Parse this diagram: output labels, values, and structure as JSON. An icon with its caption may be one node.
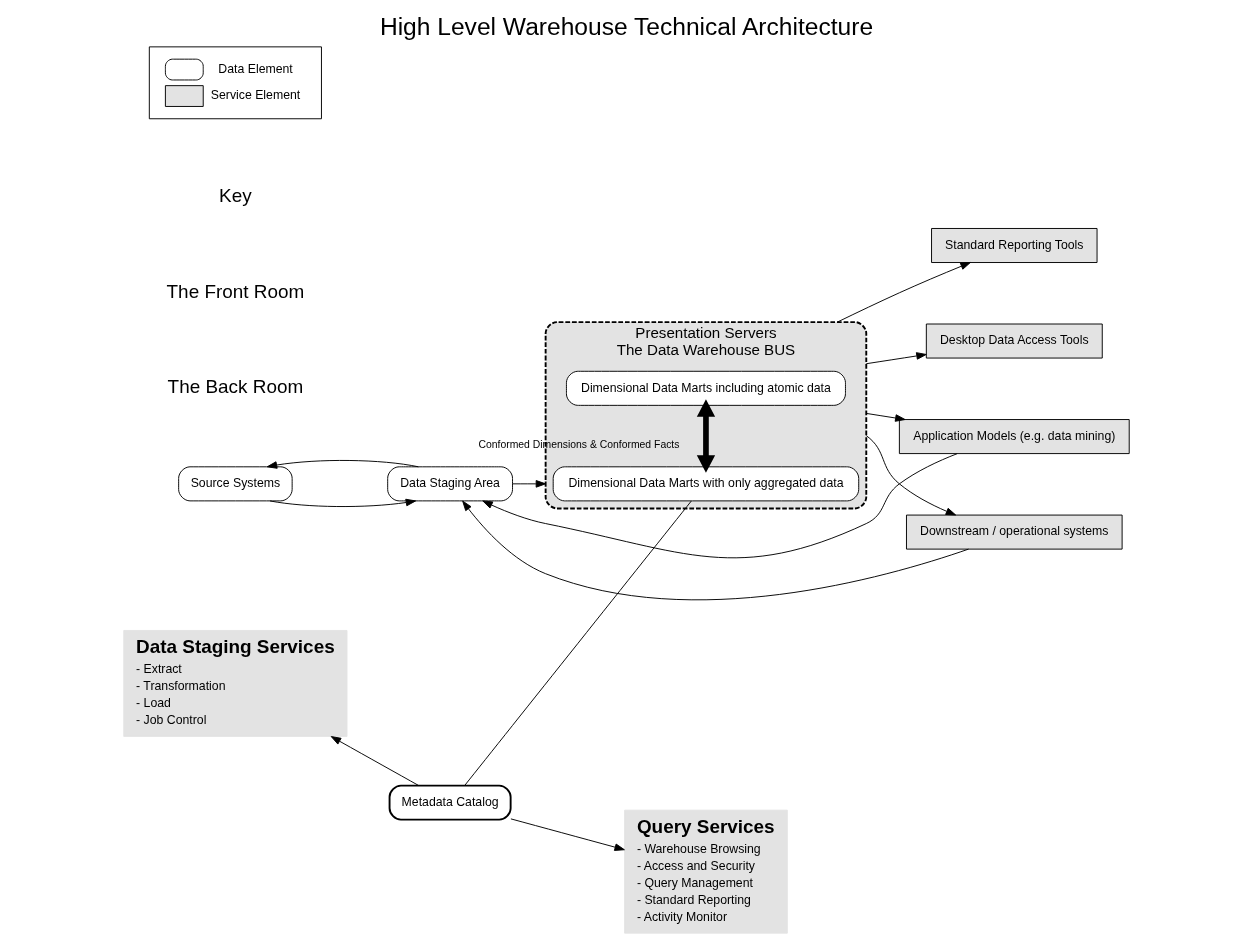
{
  "diagram": {
    "title": "High Level Warehouse Technical Architecture",
    "nodes": [
      {
        "text": [
          "Source Systems"
        ]
      },
      {
        "text": [
          "Data Staging Area"
        ]
      },
      {
        "text": [
          "Data Staging Services",
          "- Extract",
          "- Transformation",
          "- Load",
          "- Job Control"
        ]
      },
      {
        "text": [
          "Metadata Catalog"
        ]
      },
      {
        "text": [
          "Presentation Servers",
          "The Data Warehouse BUS"
        ]
      },
      {
        "text": [
          "Dimensional Data Marts with only aggregated data"
        ],
        "in": 4
      },
      {
        "text": [
          "Dimensional Data Marts including atomic data"
        ],
        "in": 4
      },
      {
        "text": [
          "Query Services",
          "- Warehouse Browsing",
          "- Access and Security",
          "- Query Management",
          "- Standard Reporting",
          "- Activity Monitor"
        ]
      },
      {
        "text": [
          "Standard Reporting Tools"
        ]
      },
      {
        "text": [
          "Desktop Data Access Tools"
        ]
      },
      {
        "text": [
          "Application Models (e.g. data mining)"
        ]
      },
      {
        "text": [
          "Downstream / operational systems"
        ]
      }
    ],
    "edges": [
      {
        "from": 0,
        "to": 1,
        "arrow": "to"
      },
      {
        "from": 1,
        "to": 0,
        "arrow": "to"
      },
      {
        "from": 1,
        "to": 4,
        "arrow": "to"
      },
      {
        "from": 3,
        "to": 2,
        "arrow": "to"
      },
      {
        "from": 3,
        "to": 7,
        "arrow": "to"
      },
      {
        "from": 3,
        "to": 5,
        "arrow": "none"
      },
      {
        "from": 5,
        "to": 6,
        "arrow": "both",
        "label": "Conformed Dimensions & Conformed Facts",
        "style": "thick"
      },
      {
        "from": 4,
        "to": 8,
        "arrow": "to"
      },
      {
        "from": 4,
        "to": 9,
        "arrow": "to"
      },
      {
        "from": 4,
        "to": 10,
        "arrow": "to"
      },
      {
        "from": 4,
        "to": 11,
        "arrow": "to"
      },
      {
        "from": 10,
        "to": 1,
        "arrow": "to"
      },
      {
        "from": 11,
        "to": 1,
        "arrow": "to"
      }
    ],
    "labels": [
      "The Back Room",
      "The Front Room",
      "Key"
    ],
    "legend": [
      {
        "text": "Data Element"
      },
      {
        "text": "Service Element",
        "color": "#e3e3e3"
      }
    ]
  }
}
